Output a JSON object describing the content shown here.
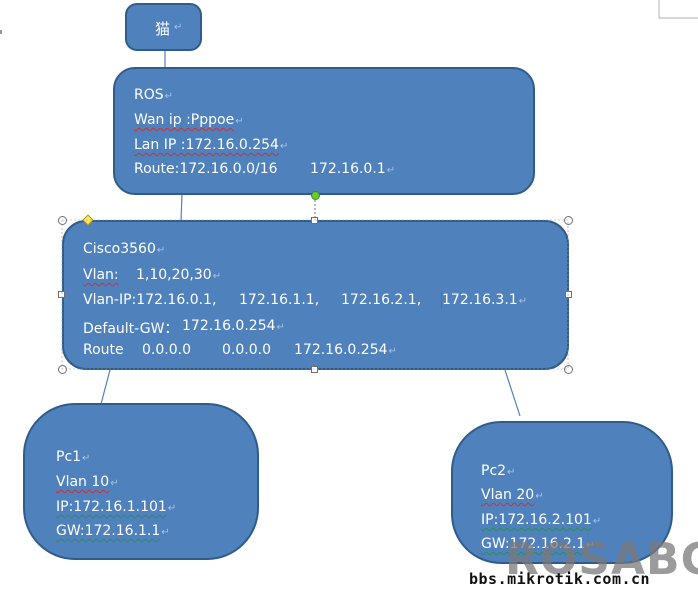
{
  "modem": {
    "label": "猫"
  },
  "ros": {
    "lines": [
      "ROS",
      "Wan ip :Pppoe",
      "Lan IP :172.16.0.254",
      "Route:172.16.0.0/16",
      "172.16.0.1"
    ]
  },
  "switch": {
    "title": "Cisco3560",
    "vlan_label": "Vlan:",
    "vlan_value": "1,10,20,30",
    "vlanip_label": "Vlan-IP:172.16.0.1,",
    "vlanip_2": "172.16.1.1,",
    "vlanip_3": "172.16.2.1,",
    "vlanip_4": "172.16.3.1",
    "gw_label": "Default-GW：",
    "gw_value": "172.16.0.254",
    "route_label": "Route",
    "route_1": "0.0.0.0",
    "route_2": "0.0.0.0",
    "route_3": "172.16.0.254"
  },
  "pc1": {
    "lines": [
      "Pc1",
      "Vlan 10",
      "IP:172.16.1.101",
      "GW:172.16.1.1"
    ]
  },
  "pc2": {
    "lines": [
      "Pc2",
      "Vlan 20",
      "IP:172.16.2.101",
      "GW:172.16.2.1"
    ]
  },
  "watermark": {
    "brand": "ROSABC",
    "url": "bbs.mikrotik.com.cn"
  },
  "colors": {
    "node_fill": "#4f81bd",
    "node_border": "#2f5c8a",
    "connector": "#4f81bd"
  }
}
